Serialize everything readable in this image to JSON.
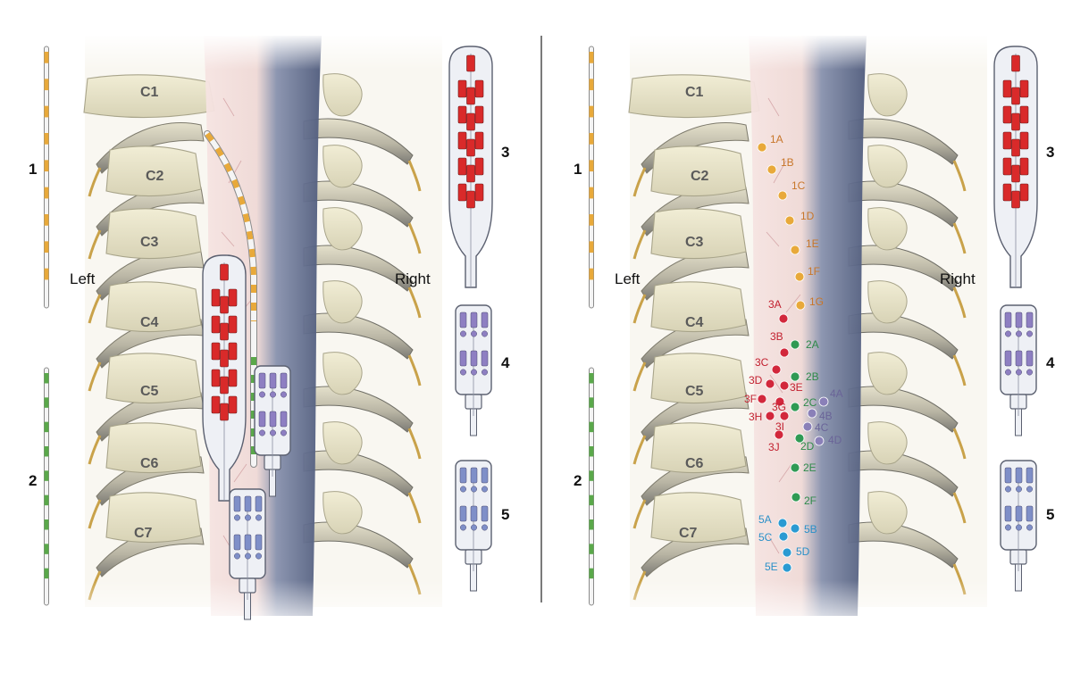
{
  "panels": [
    {
      "id": "left",
      "vertebrae": [
        "C1",
        "C2",
        "C3",
        "C4",
        "C5",
        "C6",
        "C7"
      ],
      "side_left": "Left",
      "side_right": "Right",
      "lead_numbers": [
        "1",
        "2"
      ],
      "paddle_numbers": [
        "3",
        "4",
        "5"
      ]
    },
    {
      "id": "right",
      "vertebrae": [
        "C1",
        "C2",
        "C3",
        "C4",
        "C5",
        "C6",
        "C7"
      ],
      "side_left": "Left",
      "side_right": "Right",
      "lead_numbers": [
        "1",
        "2"
      ],
      "paddle_numbers": [
        "3",
        "4",
        "5"
      ]
    }
  ],
  "points": {
    "lead1": {
      "color": "#e8a93a",
      "text": "#c8762a",
      "labels": [
        "1A",
        "1B",
        "1C",
        "1D",
        "1E",
        "1F",
        "1G"
      ]
    },
    "paddle3": {
      "color": "#d2283c",
      "text": "#c2202f",
      "labels": [
        "3A",
        "3B",
        "3C",
        "3D",
        "3E",
        "3F",
        "3G",
        "3H",
        "3I",
        "3J"
      ]
    },
    "lead2": {
      "color": "#2f9a54",
      "text": "#2f8a4a",
      "labels": [
        "2A",
        "2B",
        "2C",
        "2D",
        "2E",
        "2F"
      ]
    },
    "paddle4": {
      "color": "#8a80b8",
      "text": "#6a6498",
      "labels": [
        "4A",
        "4B",
        "4C",
        "4D"
      ]
    },
    "paddle5": {
      "color": "#2a9ad2",
      "text": "#2a90c8",
      "labels": [
        "5A",
        "5B",
        "5C",
        "5D",
        "5E"
      ]
    }
  },
  "colors": {
    "bone": "#ebe6cc",
    "bone_edge": "#a8a48a",
    "cord": "#f4e0de",
    "cord_shadow": "#5a6788",
    "orange": "#e8a93a",
    "green": "#5aa84a",
    "red": "#d92a2a",
    "purple": "#8e7fc2",
    "blue": "#7f8fc8"
  }
}
